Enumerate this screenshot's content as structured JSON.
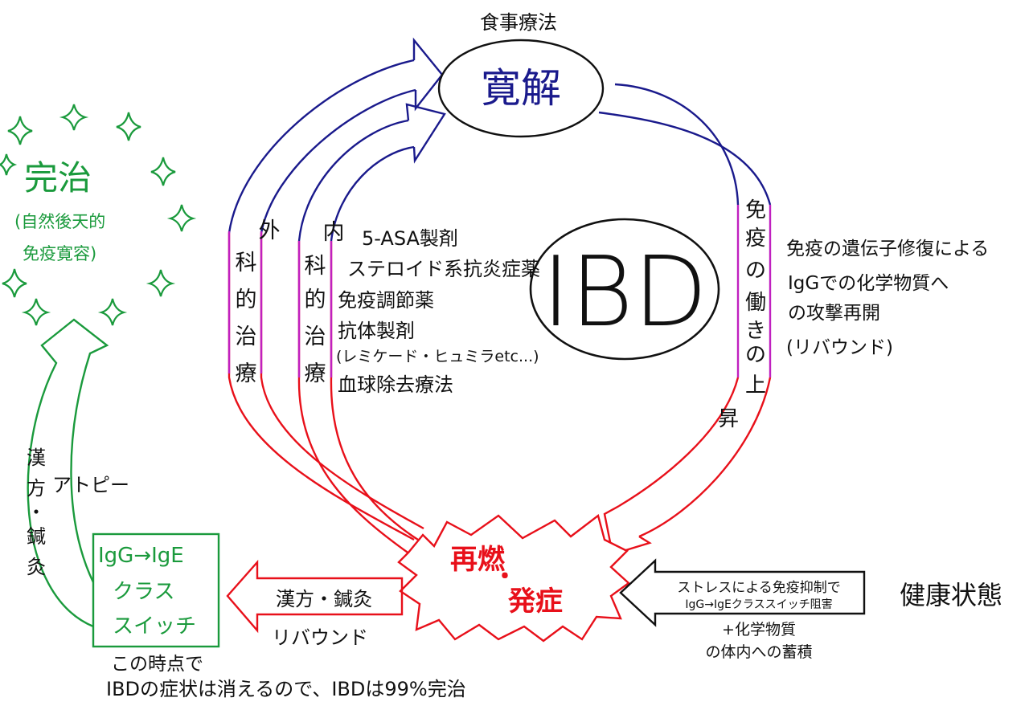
{
  "colors": {
    "blue": "#1a1a8c",
    "red": "#e8101a",
    "green": "#1a9a3c",
    "black": "#111111",
    "magenta": "#c020c0"
  },
  "top_label": "食事療法",
  "remission": "寛解",
  "ibd": "IBD",
  "relapse": {
    "line1": "再燃",
    "dot": "・",
    "line2": "発症"
  },
  "surgical": {
    "chars": [
      "外",
      "科",
      "的",
      "治",
      "療"
    ]
  },
  "medical": {
    "chars": [
      "内",
      "科",
      "的",
      "治",
      "療"
    ]
  },
  "drugs": [
    "5-ASA製剤",
    "ステロイド系抗炎症薬",
    "免疫調節薬",
    "抗体製剤",
    "(レミケード・ヒュミラetc...)",
    "血球除去療法"
  ],
  "immune_rise": {
    "chars": [
      "免",
      "疫",
      "の",
      "働",
      "き",
      "の",
      "上",
      "昇"
    ]
  },
  "rebound_note": [
    "免疫の遺伝子修復による",
    "IgGでの化学物質へ",
    "の攻撃再開",
    "(リバウンド)"
  ],
  "stress_box": {
    "line1": "ストレスによる免疫抑制で",
    "line2": "IgG→IgEクラススイッチ阻害"
  },
  "chemical_note": [
    "+化学物質",
    "の体内への蓄積"
  ],
  "healthy": "健康状態",
  "kampo_arrow": {
    "label": "漢方・鍼灸",
    "sub": "リバウンド"
  },
  "class_switch": [
    "IgG→IgE",
    "クラス",
    "スイッチ"
  ],
  "green_side": {
    "chars": [
      "漢",
      "方",
      "・",
      "鍼",
      "灸"
    ],
    "atopy": "アトピー"
  },
  "cure": {
    "title": "完治",
    "sub1": "(自然後天的",
    "sub2": "免疫寛容)"
  },
  "bottom_note": [
    "この時点で",
    "IBDの症状は消えるので、IBDは99%完治"
  ],
  "icons": {
    "sparkle": "sparkle-icon"
  }
}
